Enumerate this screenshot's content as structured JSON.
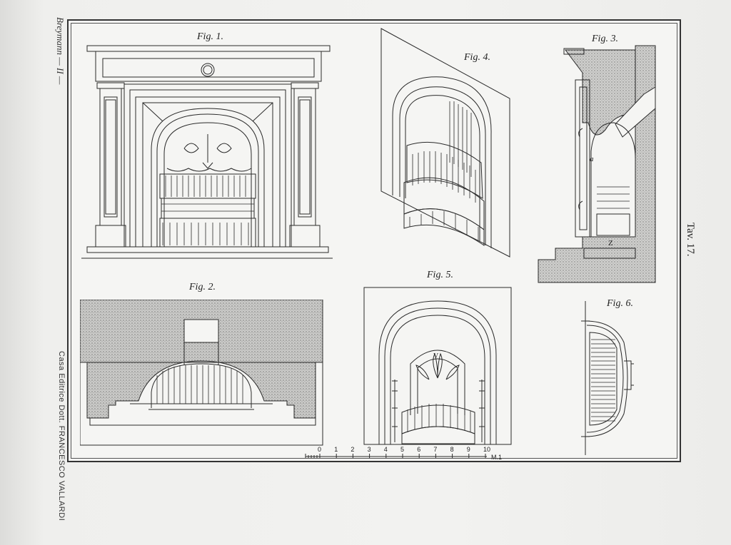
{
  "plate": {
    "author": "Breymann — II —",
    "publisher": "Casa Editrice Dott. FRANCESCO VALLARDI",
    "number": "Tav. 17."
  },
  "figures": {
    "fig1": "Fig. 1.",
    "fig2": "Fig. 2.",
    "fig3": "Fig. 3.",
    "fig4": "Fig. 4.",
    "fig5": "Fig. 5.",
    "fig6": "Fig. 6."
  },
  "annotations": {
    "fig3_a": "a",
    "fig3_z": "Z",
    "fig5_v": "V"
  },
  "scale": {
    "ticks": [
      "0",
      "1",
      "2",
      "3",
      "4",
      "5",
      "6",
      "7",
      "8",
      "9",
      "10"
    ],
    "unit": "M.1"
  },
  "colors": {
    "ink": "#2a2a2a",
    "stipple": "#a8a8a6",
    "paper": "#f5f5f3"
  }
}
